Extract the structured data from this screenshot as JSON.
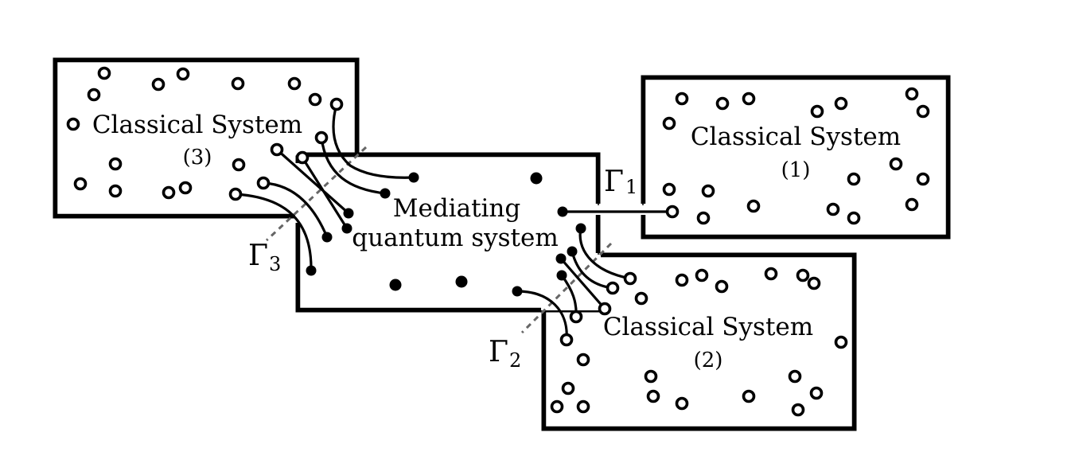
{
  "systems": {
    "classical_1": {
      "title": "Classical System",
      "index": "(1)"
    },
    "classical_2": {
      "title": "Classical System",
      "index": "(2)"
    },
    "classical_3": {
      "title": "Classical System",
      "index": "(3)"
    },
    "quantum": {
      "line1": "Mediating",
      "line2": "quantum system"
    }
  },
  "boundaries": {
    "gamma1": {
      "symbol": "Γ",
      "sub": "1"
    },
    "gamma2": {
      "symbol": "Γ",
      "sub": "2"
    },
    "gamma3": {
      "symbol": "Γ",
      "sub": "3"
    }
  },
  "colors": {
    "stroke": "#000000",
    "background": "#ffffff",
    "boundary": "#666666"
  }
}
